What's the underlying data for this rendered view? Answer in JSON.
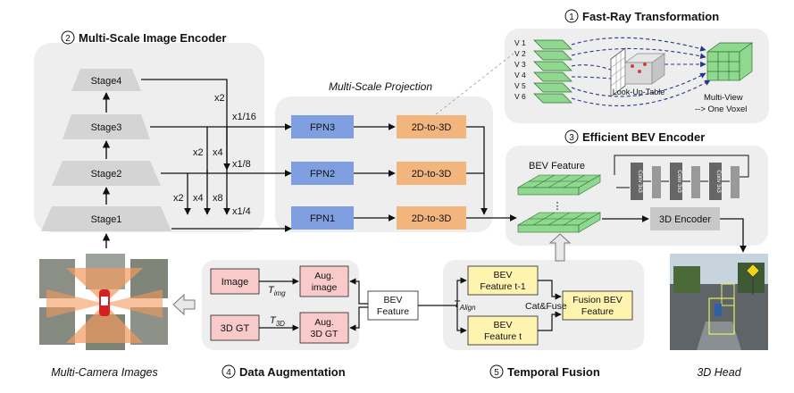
{
  "sections": {
    "encoder_title": "Multi-Scale Image Encoder",
    "encoder_num": "2",
    "fastray_title": "Fast-Ray Transformation",
    "fastray_num": "1",
    "bev_encoder_title": "Efficient BEV  Encoder",
    "bev_encoder_num": "3",
    "augmentation_title": "Data Augmentation",
    "augmentation_num": "4",
    "temporal_title": "Temporal Fusion",
    "temporal_num": "5",
    "projection_title": "Multi-Scale Projection",
    "cameras_caption": "Multi-Camera Images",
    "head_caption": "3D Head"
  },
  "encoder": {
    "stages": [
      "Stage4",
      "Stage3",
      "Stage2",
      "Stage1"
    ],
    "scale_labels": [
      "x1/16",
      "x1/8",
      "x1/4"
    ],
    "upsample_labels": {
      "x2_top": "x2",
      "x2_mid": "x2",
      "x4_mid": "x4",
      "x2_low": "x2",
      "x4_low": "x4",
      "x8_low": "x8"
    }
  },
  "projection": {
    "fpn": [
      "FPN3",
      "FPN2",
      "FPN1"
    ],
    "to3d": [
      "2D-to-3D",
      "2D-to-3D",
      "2D-to-3D"
    ]
  },
  "fastray": {
    "views": [
      "V 1",
      "V 2",
      "V 3",
      "V 4",
      "V 5",
      "V 6"
    ],
    "lut_label": "Look-Up-Table",
    "out_label_1": "Multi-View",
    "out_label_2": "--> One Voxel"
  },
  "bev_encoder": {
    "bev_feature": "BEV Feature",
    "dots": "⋮",
    "conv_labels": [
      "Conv 3x3",
      "Conv 3x3",
      "Conv 3x3"
    ],
    "encoder_label": "3D Encoder"
  },
  "augmentation": {
    "image": "Image",
    "gt": "3D GT",
    "aug_image": "Aug.\nimage",
    "aug_image_l1": "Aug.",
    "aug_image_l2": "image",
    "aug_gt_l1": "Aug.",
    "aug_gt_l2": "3D GT",
    "t_img": "T",
    "t_img_sub": "img",
    "t_3d": "T",
    "t_3d_sub": "3D",
    "bev_l1": "BEV",
    "bev_l2": "Feature"
  },
  "temporal": {
    "t_align": "T",
    "t_align_sub": "Align",
    "prev_l1": "BEV",
    "prev_l2": "Feature t-1",
    "cur_l1": "BEV",
    "cur_l2": "Feature t",
    "catfuse": "Cat&Fuse",
    "fusion_l1": "Fusion BEV",
    "fusion_l2": "Feature"
  },
  "colors": {
    "panel_bg": "#eeeeee",
    "stage_fill": "#d4d4d4",
    "fpn_fill": "#7f9fe0",
    "to3d_fill": "#f2b57e",
    "aug_fill": "#f8caca",
    "temporal_fill": "#fff3b0",
    "bev_green": "#8fd88f",
    "conv_dark": "#666666",
    "encoder_gray": "#c8c8c8",
    "arrow": "#111111",
    "dashed_arrow": "#1f3a8a"
  }
}
